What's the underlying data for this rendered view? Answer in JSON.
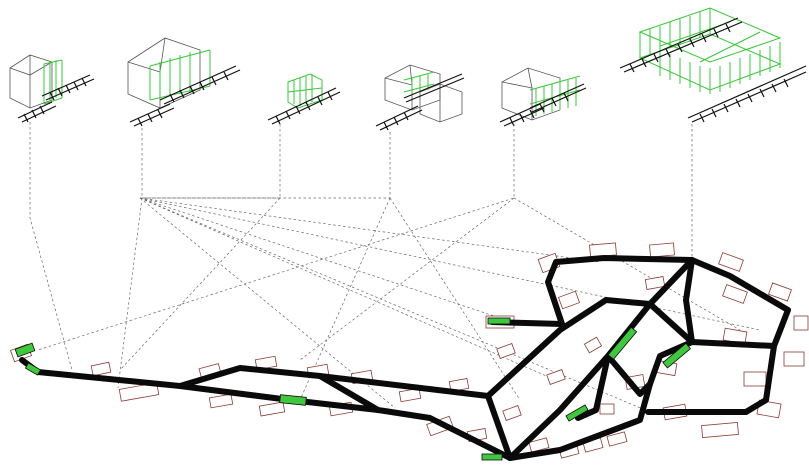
{
  "colors": {
    "background": "#ffffff",
    "road": "#0a0a0a",
    "highlight": "#3ec83e",
    "structure_outline": "#555555",
    "structure_green": "#37c837",
    "plot_outline": "#8b3a32",
    "leader_line": "#666666"
  },
  "building_types": [
    {
      "id": "type-1"
    },
    {
      "id": "type-2"
    },
    {
      "id": "type-3"
    },
    {
      "id": "type-4"
    },
    {
      "id": "type-5"
    },
    {
      "id": "type-6"
    }
  ]
}
